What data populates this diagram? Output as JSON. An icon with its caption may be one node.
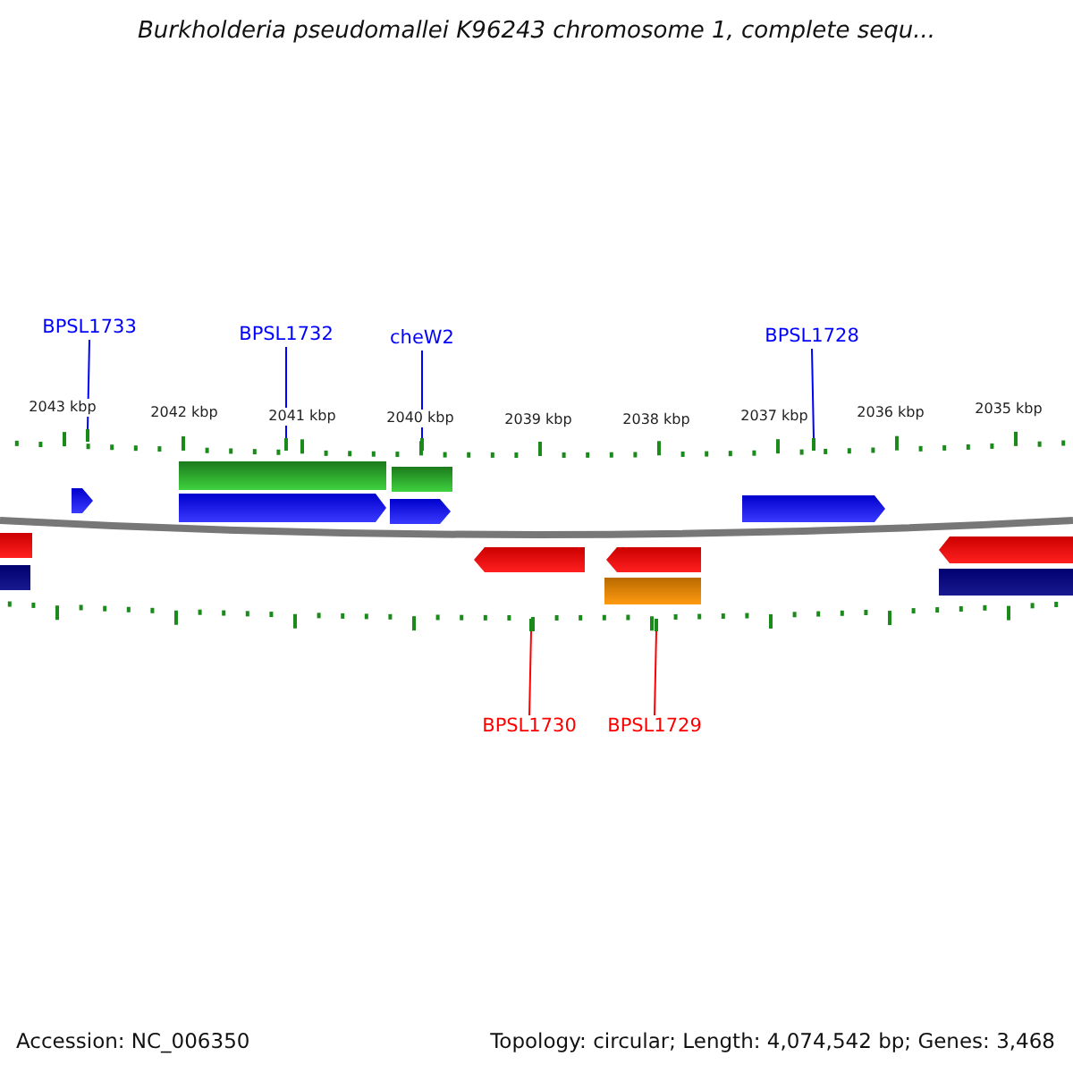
{
  "diagram": {
    "title": "Burkholderia pseudomallei K96243 chromosome 1, complete sequ...",
    "nodes": [
      {
        "text": [
          "BPSL1733"
        ]
      },
      {
        "text": [
          "BPSL1732"
        ]
      },
      {
        "text": [
          "cheW2"
        ]
      },
      {
        "text": [
          "BPSL1728"
        ]
      },
      {
        "text": [
          "BPSL1730"
        ]
      },
      {
        "text": [
          "BPSL1729"
        ]
      },
      {
        "text": [],
        "shape": "bar"
      },
      {
        "text": [],
        "shape": "bar"
      },
      {
        "text": [],
        "shape": "bar"
      },
      {
        "text": [],
        "shape": "bar"
      },
      {
        "text": [],
        "shape": "bar"
      },
      {
        "text": [],
        "shape": "bar"
      }
    ],
    "edges": [
      {
        "from": 0,
        "to": 6,
        "arrow": "none"
      },
      {
        "from": 1,
        "to": 7,
        "arrow": "none"
      },
      {
        "from": 2,
        "to": 8,
        "arrow": "none"
      },
      {
        "from": 3,
        "to": 9,
        "arrow": "none"
      },
      {
        "from": 4,
        "to": 10,
        "arrow": "none",
        "color": "#ff0000"
      },
      {
        "from": 5,
        "to": 11,
        "arrow": "none",
        "color": "#ff0000"
      }
    ],
    "labels": [
      "2043 kbp",
      "2042 kbp",
      "2041 kbp",
      "2040 kbp",
      "2039 kbp",
      "2038 kbp",
      "2037 kbp",
      "2036 kbp",
      "2035 kbp",
      "Accession: NC_006350",
      "Topology: circular; Length: 4,074,542 bp; Genes: 3,468"
    ]
  }
}
